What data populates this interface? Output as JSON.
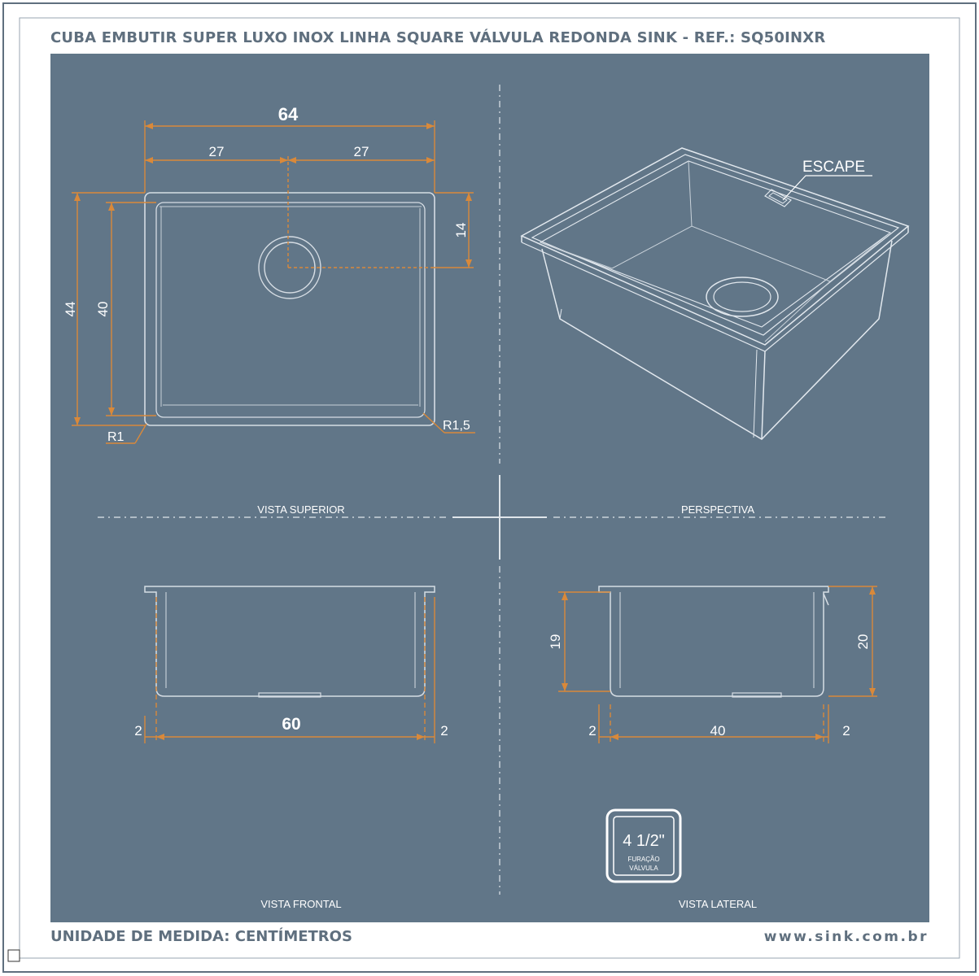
{
  "header": {
    "title": "CUBA EMBUTIR SUPER LUXO INOX LINHA SQUARE VÁLVULA REDONDA SINK - REF.: SQ50INXR"
  },
  "footer": {
    "unit": "UNIDADE DE MEDIDA: CENTÍMETROS",
    "website": "www.sink.com.br"
  },
  "views": {
    "top": "VISTA SUPERIOR",
    "perspective": "PERSPECTIVA",
    "front": "VISTA FRONTAL",
    "side": "VISTA LATERAL"
  },
  "dimensions": {
    "top": {
      "total_width": "64",
      "half_left": "27",
      "half_right": "27",
      "outer_depth": "44",
      "inner_depth": "40",
      "drain_offset": "14",
      "radius_outer": "R1",
      "radius_inner": "R1,5"
    },
    "front": {
      "left_margin": "2",
      "inner_width": "60",
      "right_margin": "2"
    },
    "side": {
      "inner_height": "19",
      "outer_height": "20",
      "left_margin": "2",
      "inner_width": "40",
      "right_margin": "2"
    }
  },
  "perspective": {
    "escape_label": "ESCAPE"
  },
  "valve_badge": {
    "size": "4 1/2\"",
    "line1": "FURAÇÃO",
    "line2": "VÁLVULA"
  },
  "colors": {
    "panel": "#617688",
    "dimension": "#d9893a",
    "drawing": "#d6dde4",
    "border": "#5f6f7e"
  }
}
